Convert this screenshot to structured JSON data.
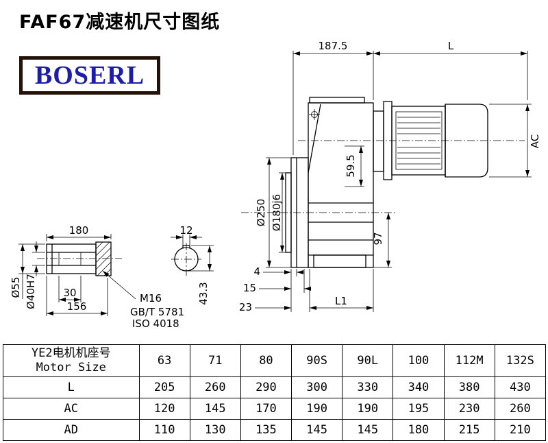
{
  "page": {
    "title": "FAF67减速机尺寸图纸",
    "logo_text": "BOSERL"
  },
  "drawing": {
    "dims": {
      "width_187": "187.5",
      "motor_len": "L",
      "motor_ac": "AC",
      "flange_od": "Ø250",
      "spigot": "Ø180j6",
      "dim_59": "59.5",
      "dim_97": "97",
      "gap_4": "4",
      "gap_15": "15",
      "gap_23": "23",
      "dim_l1": "L1",
      "shaft_180": "180",
      "key_12": "12",
      "od_55": "Ø55",
      "bore_40": "Ø40H7",
      "depth_30": "30",
      "len_156": "156",
      "key_43": "43.3",
      "thread": "M16",
      "std_gb": "GB/T 5781",
      "std_iso": "ISO 4018"
    }
  },
  "table": {
    "motor_header_cn": "YE2电机机座号",
    "motor_header_en": "Motor Size",
    "columns": [
      "63",
      "71",
      "80",
      "90S",
      "90L",
      "100",
      "112M",
      "132S"
    ],
    "rows": [
      {
        "label": "L",
        "values": [
          "205",
          "260",
          "290",
          "300",
          "330",
          "340",
          "380",
          "430"
        ]
      },
      {
        "label": "AC",
        "values": [
          "120",
          "145",
          "170",
          "190",
          "190",
          "195",
          "230",
          "260"
        ]
      },
      {
        "label": "AD",
        "values": [
          "110",
          "130",
          "135",
          "145",
          "145",
          "180",
          "215",
          "210"
        ]
      }
    ]
  }
}
